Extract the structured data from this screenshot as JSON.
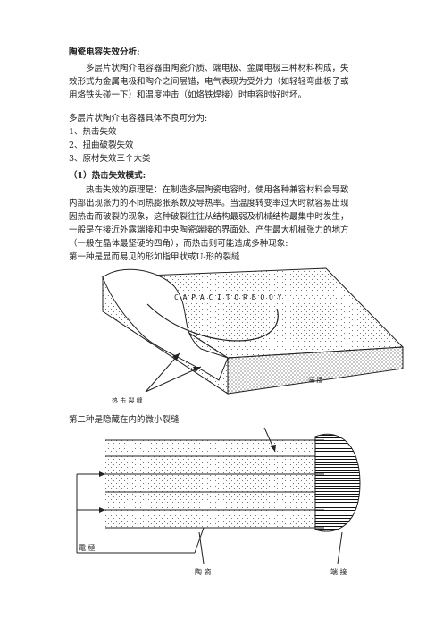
{
  "doc": {
    "title": "陶瓷电容失效分析:",
    "intro": [
      "多层片状陶介电容器由陶瓷介质、端电极、金属电极三种材料构成，失",
      "效形式为金属电极和陶介之间层错，电气表现为受外力（如轻轻弯曲板子或",
      "用烙铁头碰一下）和温度冲击（如烙铁焊接）时电容时好时坏。"
    ],
    "list_intro": "多层片状陶介电容器具体不良可分为:",
    "list": [
      "1、热击失效",
      "2、扭曲破裂失效",
      "3、原材失效三个大类"
    ],
    "section_heading": "（1）热击失效模式:",
    "section_body": [
      "热击失效的原理是：在制造多层陶瓷电容时，使用各种兼容材料会导致",
      "内部出现张力的不同热膨胀系数及导热率。当温度转变率过大时就容易出现",
      "因热击而破裂的现象，这种破裂往往从结构最弱及机械结构最集中时发生，",
      "一般是在接近外露端接和中央陶瓷端接的界面处、产生最大机械张力的地方",
      "（一般在晶体最坚硬的四角），而热击则可能造成多种现象:"
    ],
    "case1": "第一种是显而易见的形如指甲狀或U-形的裂縫",
    "case2": "第二种是隐藏在内的微小裂缝"
  },
  "figure1": {
    "body_label": "C A P A C I T O R   B O O Y",
    "end_label": "端 接",
    "crack_label": "热 击 裂 缝"
  },
  "figure2": {
    "electrode_label": "電 極",
    "ceramic_label": "陶 瓷",
    "termination_label": "端 接"
  }
}
